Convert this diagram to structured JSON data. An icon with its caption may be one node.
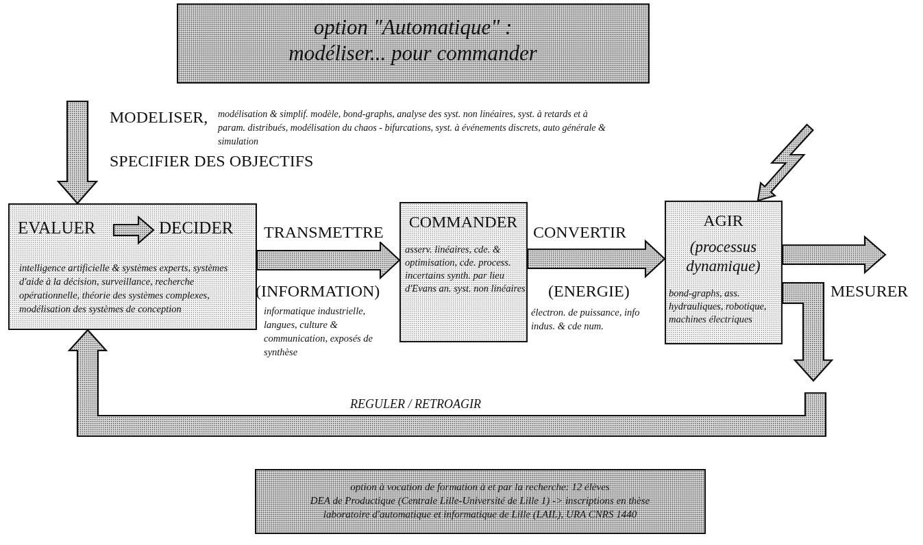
{
  "diagram": {
    "nodes": [
      {
        "text": [
          "option \"Automatique\" : modéliser... pour commander"
        ]
      },
      {
        "text": [
          "intelligence artificielle & systèmes experts, systèmes d'aide à la décision, surveillance, recherche opérationnelle, théorie des systèmes complexes, modélisation des systèmes de conception"
        ]
      },
      {
        "text": [
          "EVALUER"
        ],
        "in": 1
      },
      {
        "text": [
          "DECIDER"
        ],
        "in": 1
      },
      {
        "text": [
          "COMMANDER",
          "asserv. linéaires, cde. & optimisation, cde. process. incertains synth. par lieu d'Evans an. syst. non linéaires"
        ]
      },
      {
        "text": [
          "AGIR",
          "(processus dynamique)",
          "bond-graphs, ass. hydrauliques, robotique, machines électriques"
        ]
      },
      {
        "text": [
          "option à vocation de formation à et par la recherche: 12 élèves",
          "DEA de Productique (Centrale Lille-Université de Lille 1) -> inscriptions en thèse",
          "laboratoire d'automatique et informatique de Lille (LAIL), URA CNRS 1440"
        ]
      }
    ],
    "edges": [
      {
        "from": null,
        "to": 1,
        "arrow": "to"
      },
      {
        "from": 2,
        "to": 3,
        "arrow": "to"
      },
      {
        "from": 1,
        "to": 4,
        "arrow": "to",
        "label": "TRANSMETTRE"
      },
      {
        "from": 4,
        "to": 5,
        "arrow": "to",
        "label": "CONVERTIR"
      },
      {
        "from": null,
        "to": 5,
        "arrow": "to"
      },
      {
        "from": 5,
        "to": null,
        "arrow": "to"
      },
      {
        "from": 5,
        "to": null,
        "arrow": "to"
      },
      {
        "from": null,
        "to": 1,
        "arrow": "to",
        "label": "REGULER / RETROAGIR"
      }
    ],
    "labels": [
      "MODELISER,",
      "modélisation & simplif. modèle, bond-graphs, analyse des syst. non linéaires, syst. à retards et à param. distribués, modélisation du chaos - bifurcations, syst. à événements discrets, auto générale & simulation",
      "SPECIFIER DES OBJECTIFS",
      "(INFORMATION)",
      "informatique industrielle, langues, culture & communication, exposés de synthèse",
      "(ENERGIE)",
      "électron. de puissance, info indus. & cde num.",
      "MESURER"
    ]
  }
}
